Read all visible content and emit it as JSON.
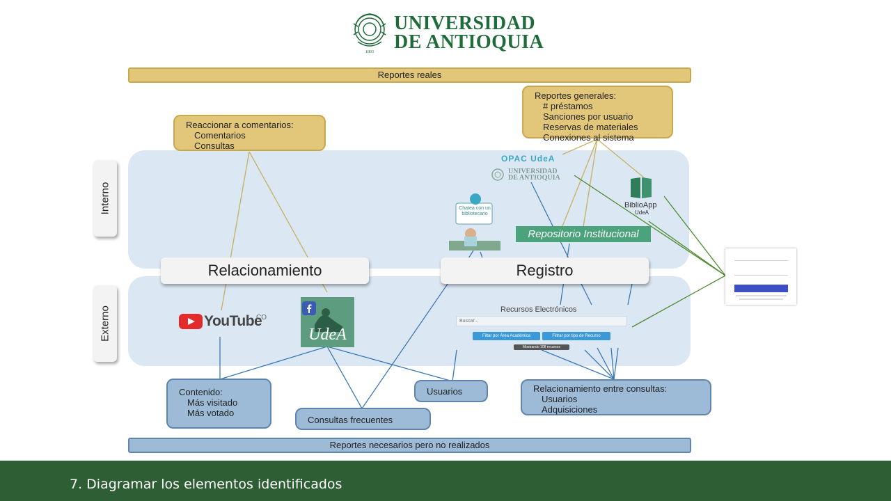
{
  "header": {
    "logo_line1": "UNIVERSIDAD",
    "logo_line2": "DE ANTIOQUIA",
    "seal_year": "1803"
  },
  "bars": {
    "top": "Reportes reales",
    "bottom": "Reportes necesarios pero no realizados"
  },
  "side_tabs": {
    "interno": "Interno",
    "externo": "Externo"
  },
  "pills": {
    "relacionamiento": "Relacionamiento",
    "registro": "Registro"
  },
  "gold_boxes": {
    "comentarios": {
      "title": "Reaccionar a comentarios:",
      "items": [
        "Comentarios",
        "Consultas"
      ]
    },
    "generales": {
      "title": "Reportes generales:",
      "items": [
        "# préstamos",
        "Sanciones por usuario",
        "Reservas de materiales",
        "Conexiones al sistema"
      ]
    }
  },
  "blue_boxes": {
    "contenido": {
      "title": "Contenido:",
      "items": [
        "Más visitado",
        "Más votado"
      ]
    },
    "consultas": {
      "title": "Consultas frecuentes"
    },
    "usuarios": {
      "title": "Usuarios"
    },
    "relacionamiento": {
      "title": "Relacionamiento entre consultas:",
      "items": [
        "Usuarios",
        "Adquisiciones"
      ]
    }
  },
  "tools": {
    "opac": "OPAC UdeA",
    "udea_logo_line1": "UNIVERSIDAD",
    "udea_logo_line2": "DE ANTIOQUIA",
    "biblioapp": "BiblioApp",
    "biblioapp_sub": "UdeA",
    "chat_text_1": "Chatea con un",
    "chat_text_2": "bibliotecario",
    "repositorio": "Repositorio Institucional",
    "youtube": "YouTube",
    "youtube_suffix": "CO",
    "udea_fb": "UdeA",
    "recursos_title": "Recursos Electrónicos",
    "recursos_search_placeholder": "Buscar...",
    "filter_area": "Filtar por Área Académica",
    "filter_tipo": "Filtrar por tipo de Recurso",
    "mostrando": "Mostrando 108 recursos"
  },
  "footer": {
    "text": "7.  Diagramar los elementos identificados"
  },
  "colors": {
    "gold": "#e2c77a",
    "gold_border": "#c9a84c",
    "blue_box": "#9dbad6",
    "blue_border": "#5f85ad",
    "band": "#dbe7f3",
    "footer": "#2e5e34",
    "udea_green": "#1f6b3a",
    "link_blue": "#3a78b5",
    "link_gold": "#c9a84c",
    "link_green": "#4f8a2e"
  }
}
